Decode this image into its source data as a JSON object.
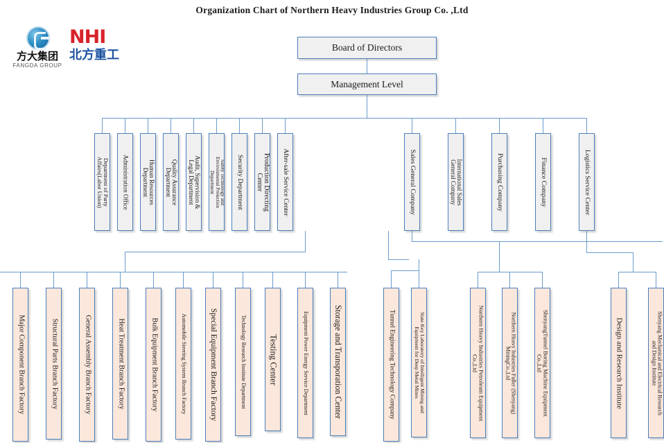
{
  "title": "Organization Chart of Northern Heavy Industries  Group Co. ,Ltd",
  "logos": {
    "fangda": {
      "cn": "方大集团",
      "en": "FANGDA GROUP"
    },
    "nhi": {
      "en": "NHI",
      "cn": "北方重工"
    }
  },
  "colors": {
    "box_border": "#4a7ebb",
    "connector": "#6a9bcd",
    "level_fill": "#f0f0f0",
    "unit_fill": "#fbe7db",
    "nhi_red": "#d8232a",
    "nhi_blue": "#1b52a0",
    "fangda_blue": "#2e8fc4",
    "text": "#1a1a1a"
  },
  "top": {
    "board": "Board of Directors",
    "management": "Management Level"
  },
  "departments": [
    {
      "name": "Department of Party Affairs(Labor Union)",
      "line1": "Department of Party",
      "line2": "Affairs(Labor Union)"
    },
    {
      "name": "Administration Office",
      "line1": "Administration Office",
      "line2": ""
    },
    {
      "name": "Human Resources Department",
      "line1": "Human Resources",
      "line2": "Department"
    },
    {
      "name": "Quality Assurance Department",
      "line1": "Quality Assurance",
      "line2": "Department"
    },
    {
      "name": "Audit, Supervision & Legal Department",
      "line1": "Audit, Supervision &",
      "line2": "Legal Department"
    },
    {
      "name": "Safety Technology and Environmental Protection Department",
      "line1": "Safety Technology and",
      "line2": "Environmental Protection",
      "line3": "Department"
    },
    {
      "name": "Security Department",
      "line1": "Security Department",
      "line2": ""
    },
    {
      "name": "Production Directing Center",
      "line1": "Production Directing",
      "line2": "Center"
    },
    {
      "name": "After-sale Service Center",
      "line1": "After-sale Service Center",
      "line2": ""
    }
  ],
  "companies": [
    {
      "name": "Sales General Company",
      "line1": "Sales General Company",
      "line2": ""
    },
    {
      "name": "International Sales General Company",
      "line1": "International Sales",
      "line2": "General Company"
    },
    {
      "name": "Purchasing Company",
      "line1": "Purchasing Company",
      "line2": ""
    },
    {
      "name": "Finance Company",
      "line1": "Finance Company",
      "line2": ""
    },
    {
      "name": "Logistics Service Center",
      "line1": "Logistics Service Center",
      "line2": ""
    }
  ],
  "production_units": [
    {
      "name": "Major Component Branch Factory",
      "line1": "Major Component Branch Factory",
      "line2": ""
    },
    {
      "name": "Structural Parts Branch Factory",
      "line1": "Structural Parts Branch Factory",
      "line2": ""
    },
    {
      "name": "General Assembly Branch Factory",
      "line1": "General Assembly Branch Factory",
      "line2": ""
    },
    {
      "name": "Heat Treatment Branch Factory",
      "line1": "Heat Treatment Branch Factory",
      "line2": ""
    },
    {
      "name": "Bulk Equipment Branch Factory",
      "line1": "Bulk Equipment Branch Factory",
      "line2": ""
    },
    {
      "name": "Automobile Steering System Branch Factory",
      "line1": "Automobile Steering System Branch Factory",
      "line2": ""
    },
    {
      "name": "Special Equipment Branch Factory",
      "line1": "Special Equipment Branch Factory",
      "line2": ""
    },
    {
      "name": "Technology Research Institute Department",
      "line1": "Technology Research Institute Department",
      "line2": ""
    },
    {
      "name": "Testing Center",
      "line1": "Testing Center",
      "line2": ""
    },
    {
      "name": "Equipment Power Energy Service Department",
      "line1": "Equipment Power Energy Service Department",
      "line2": ""
    },
    {
      "name": "Storage and Transporation Center",
      "line1": "Storage and Transporation Center",
      "line2": ""
    }
  ],
  "sales_units": [
    {
      "name": "Tunnel Engineering Technology Company",
      "line1": "Tunnel Engineering Technology Company",
      "line2": ""
    },
    {
      "name": "State Key Laboratory of Intelligent Mining and Equipment for Deep Metal Mines",
      "line1": "State Key Laboratory of Intelligent Mining and",
      "line2": "Equipment for Deep Metal Mines"
    }
  ],
  "subsidiaries": [
    {
      "name": "Northern Heavy Industries Petroleum Equipment Co.,Ltd",
      "line1": "Northern Heavy Industries Petroleum Equipment",
      "line2": "Co.,Ltd"
    },
    {
      "name": "Northern Heavy Industries Fuller (Shenyang) MiningCo.,Ltd",
      "line1": "Northern Heavy Industries Fuller (Shenyang)",
      "line2": "MiningCo.,Ltd"
    },
    {
      "name": "ShenyangTunnel Boring Machine Equipment Co.,Ltd",
      "line1": "ShenyangTunnel Boring Machine Equipment",
      "line2": "Co.,Ltd"
    }
  ],
  "institutes": [
    {
      "name": "Design and Research Institute",
      "line1": "Design and Research Institute",
      "line2": ""
    },
    {
      "name": "Shenyang Mechanical and Electrical Research and Design Institute",
      "line1": "Shenyang Mechanical and Electrical Research",
      "line2": "and Design Institute"
    }
  ]
}
